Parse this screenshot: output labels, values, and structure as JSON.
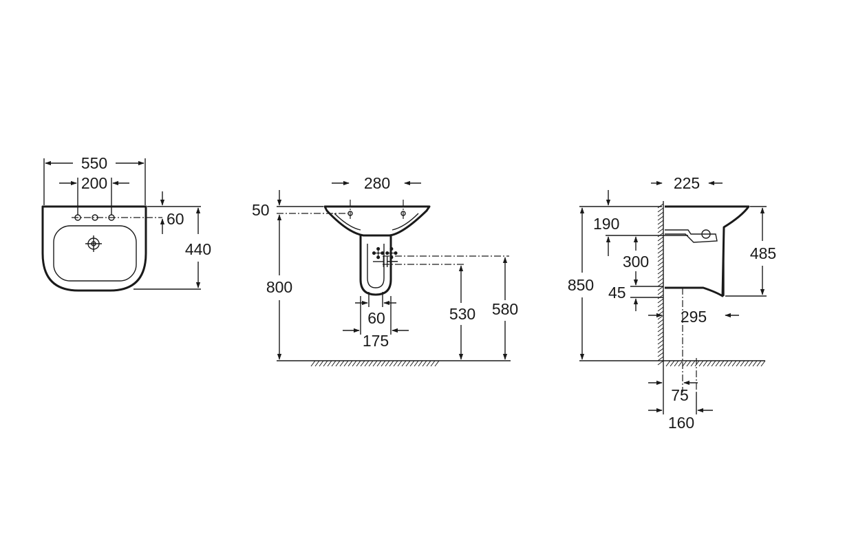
{
  "views": {
    "top": {
      "dims": {
        "overall_width": "550",
        "tap_spacing": "200",
        "tap_offset": "60",
        "depth": "440"
      }
    },
    "front": {
      "dims": {
        "fixing_spacing": "280",
        "rim_thickness": "50",
        "rim_height": "800",
        "pedestal_inner": "60",
        "pedestal_outer": "175",
        "waste_height": "530",
        "supply_height": "580"
      }
    },
    "side": {
      "dims": {
        "projection": "225",
        "front_drop": "190",
        "trap_spacing": "300",
        "trap_offset": "45",
        "basin_height": "485",
        "total_height": "850",
        "pedestal_depth": "295",
        "waste_from_wall": "75",
        "pedestal_from_wall": "160"
      }
    }
  }
}
